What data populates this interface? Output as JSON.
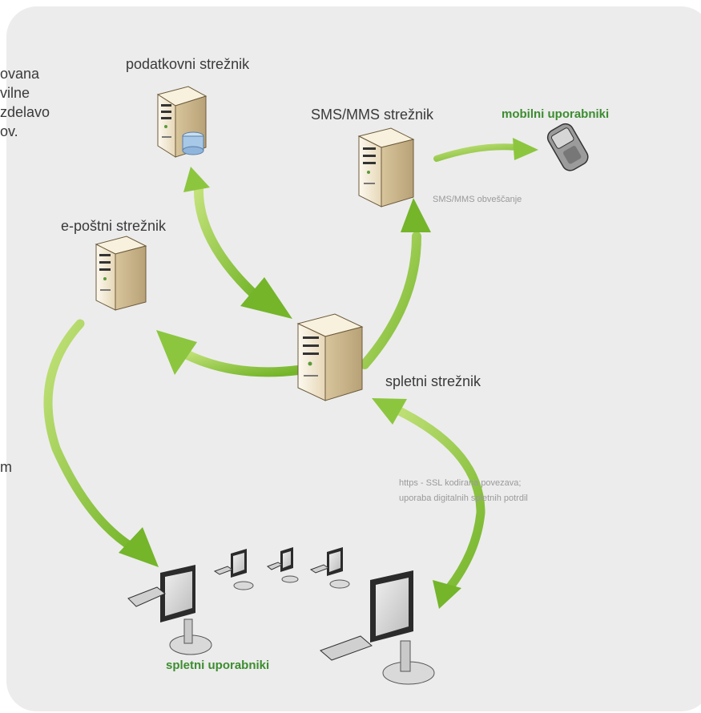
{
  "labels": {
    "database_server": "podatkovni strežnik",
    "sms_mms_server": "SMS/MMS strežnik",
    "mobile_users": "mobilni uporabniki",
    "sms_mms_notification": "SMS/MMS obveščanje",
    "email_server": "e-poštni strežnik",
    "web_server": "spletni strežnik",
    "https_line1": "https - SSL kodirana povezava;",
    "https_line2": "uporaba digitalnih spletnih potrdil",
    "web_users": "spletni uporabniki"
  },
  "clipped_text": {
    "line1": "ovana",
    "line2": "vilne",
    "line3": "zdelavo",
    "line4": "ov.",
    "line5": "m"
  },
  "colors": {
    "panel": "#ececec",
    "arrow": "#8cc63f",
    "accent_text": "#3c8d2f"
  }
}
